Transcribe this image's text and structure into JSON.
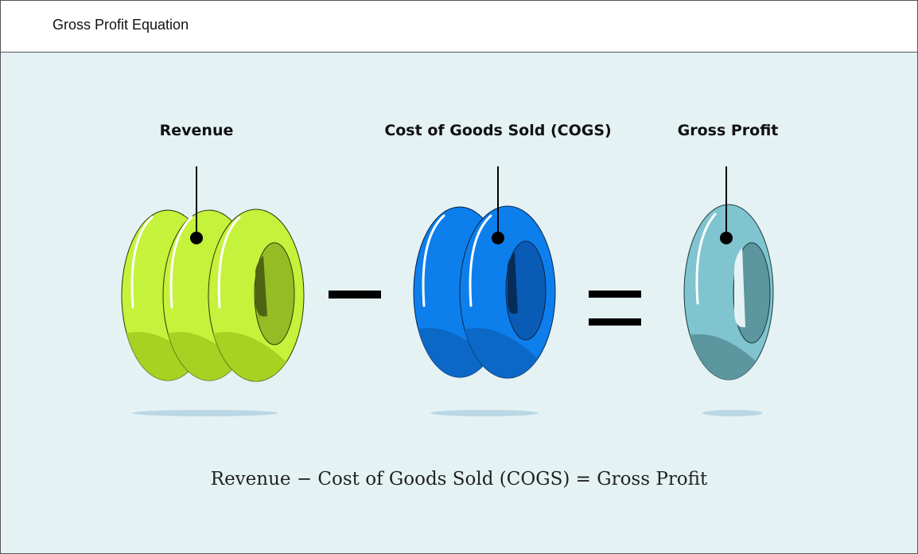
{
  "header": {
    "title": "Gross Profit Equation"
  },
  "terms": [
    {
      "label": "Revenue",
      "tire_count": 3,
      "color": "#c5f23a"
    },
    {
      "label": "Cost of Goods Sold (COGS)",
      "tire_count": 2,
      "color": "#0d7fec"
    },
    {
      "label": "Gross Profit",
      "tire_count": 1,
      "color": "#80c4cf"
    }
  ],
  "operators": {
    "minus": "minus-sign",
    "equals": "equals-sign"
  },
  "equation": "Revenue − Cost of Goods Sold (COGS) = Gross Profit"
}
